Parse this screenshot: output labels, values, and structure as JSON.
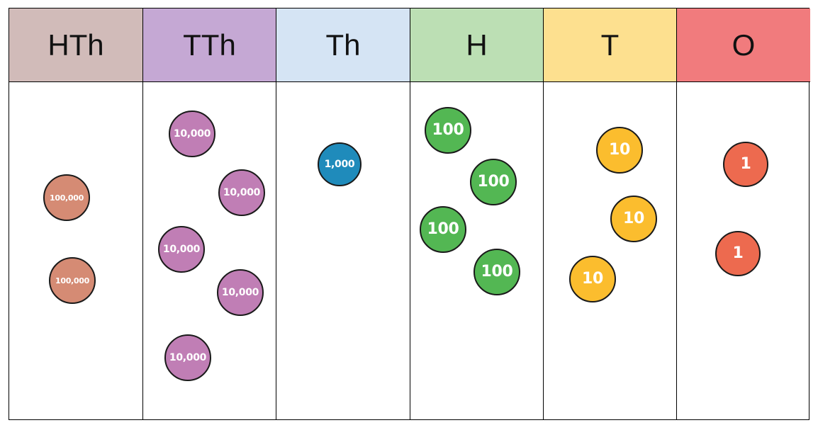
{
  "place_value_chart": {
    "columns": [
      {
        "id": "hth",
        "label": "HTh",
        "header_color": "#d1bbb9",
        "counter_color": "#d58b74",
        "counters": [
          {
            "value": "100,000"
          },
          {
            "value": "100,000"
          }
        ]
      },
      {
        "id": "tth",
        "label": "TTh",
        "header_color": "#c5a8d4",
        "counter_color": "#c07eb5",
        "counters": [
          {
            "value": "10,000"
          },
          {
            "value": "10,000"
          },
          {
            "value": "10,000"
          },
          {
            "value": "10,000"
          },
          {
            "value": "10,000"
          }
        ]
      },
      {
        "id": "th",
        "label": "Th",
        "header_color": "#d5e4f4",
        "counter_color": "#1f8bbb",
        "counters": [
          {
            "value": "1,000"
          }
        ]
      },
      {
        "id": "h",
        "label": "H",
        "header_color": "#bcdfb4",
        "counter_color": "#53b753",
        "counters": [
          {
            "value": "100"
          },
          {
            "value": "100"
          },
          {
            "value": "100"
          },
          {
            "value": "100"
          }
        ]
      },
      {
        "id": "t",
        "label": "T",
        "header_color": "#fde08f",
        "counter_color": "#fbbd2e",
        "counters": [
          {
            "value": "10"
          },
          {
            "value": "10"
          },
          {
            "value": "10"
          }
        ]
      },
      {
        "id": "o",
        "label": "O",
        "header_color": "#f17b7d",
        "counter_color": "#ed6a4f",
        "counters": [
          {
            "value": "1"
          },
          {
            "value": "1"
          }
        ]
      }
    ]
  }
}
